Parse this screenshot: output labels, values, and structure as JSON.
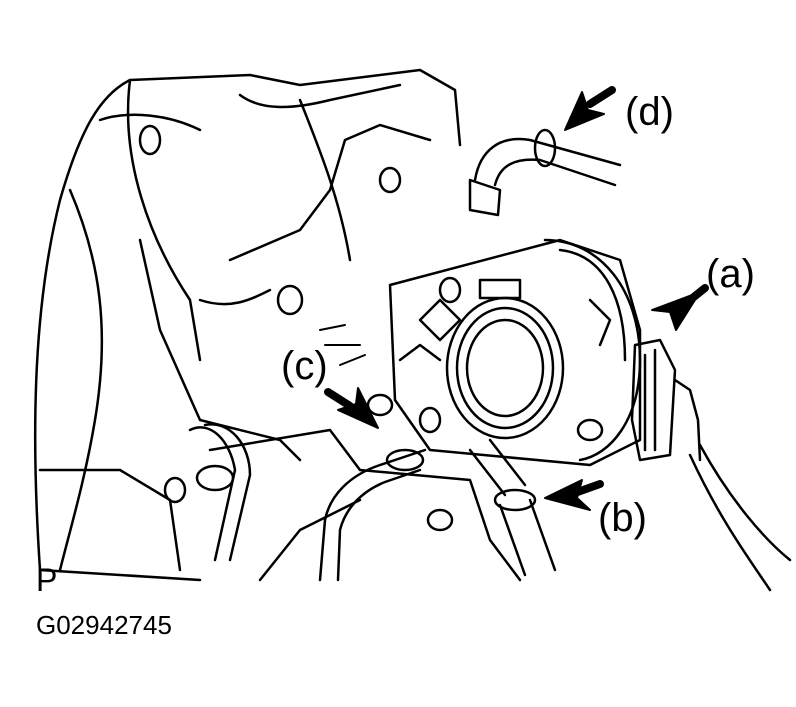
{
  "labels": {
    "a": "(a)",
    "b": "(b)",
    "c": "(c)",
    "d": "(d)"
  },
  "view_marker": "P",
  "figure_code": "G02942745"
}
